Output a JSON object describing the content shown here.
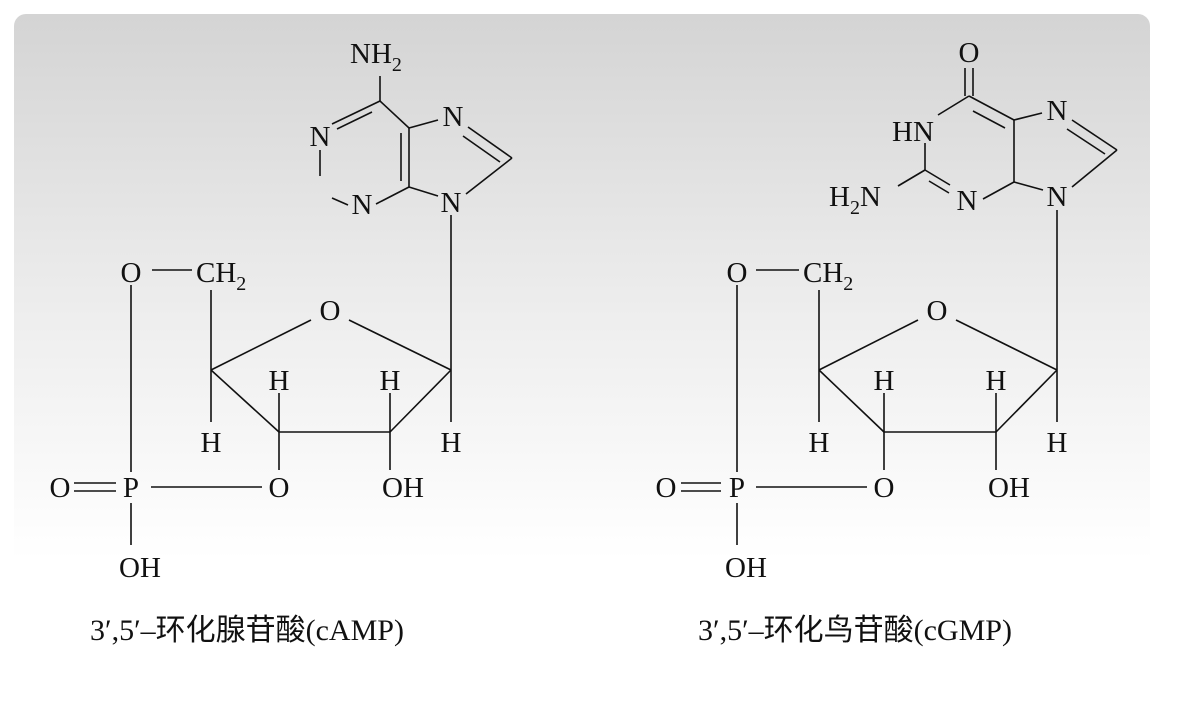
{
  "diagram": {
    "left": {
      "caption": "3′,5′–环化腺苷酸(cAMP)",
      "atoms": {
        "amino": "NH",
        "amino_sub": "2",
        "n_ring_left": "N",
        "n_ring_right": "N",
        "n_ring_bottom": "N",
        "n_glyco": "N",
        "o_ester": "O",
        "ch2": "CH",
        "ch2_sub": "2",
        "o_ring": "O",
        "h_c2": "H",
        "h_c3": "H",
        "h_c4": "H",
        "h_c1": "H",
        "o_3": "O",
        "oh_2": "OH",
        "p_double_o": "O",
        "phosphorus": "P",
        "p_oh": "OH"
      }
    },
    "right": {
      "caption": "3′,5′–环化鸟苷酸(cGMP)",
      "atoms": {
        "carbonyl_o": "O",
        "hn": "HN",
        "n_ring_right": "N",
        "amino": "H",
        "amino_sub": "2",
        "amino_n": "N",
        "n_ring_bottom": "N",
        "n_glyco": "N",
        "o_ester": "O",
        "ch2": "CH",
        "ch2_sub": "2",
        "o_ring": "O",
        "h_c2": "H",
        "h_c3": "H",
        "h_c4": "H",
        "h_c1": "H",
        "o_3": "O",
        "oh_2": "OH",
        "p_double_o": "O",
        "phosphorus": "P",
        "p_oh": "OH"
      }
    }
  }
}
